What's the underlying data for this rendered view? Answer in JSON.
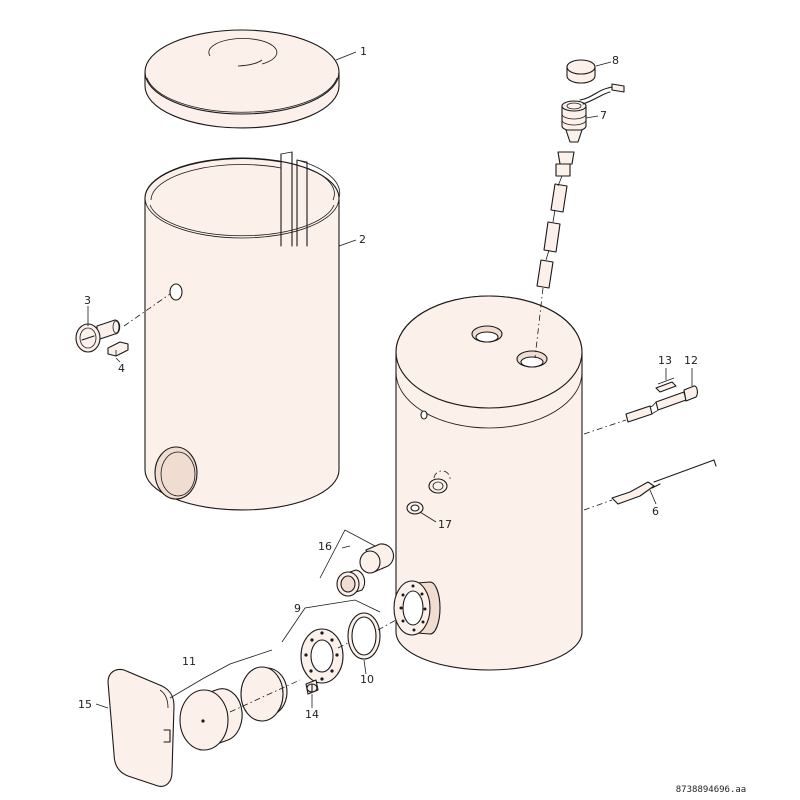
{
  "colors": {
    "line": "#1a1a1a",
    "fill": "#fbf0ea",
    "fill_dark": "#f0dcd0",
    "background": "#ffffff"
  },
  "callouts": {
    "c1": "1",
    "c2": "2",
    "c3": "3",
    "c4": "4",
    "c6": "6",
    "c7": "7",
    "c8": "8",
    "c9": "9",
    "c10": "10",
    "c11": "11",
    "c12": "12",
    "c13": "13",
    "c14": "14",
    "c15": "15",
    "c16": "16",
    "c17": "17"
  },
  "drawing_code": "8738894696.aa"
}
